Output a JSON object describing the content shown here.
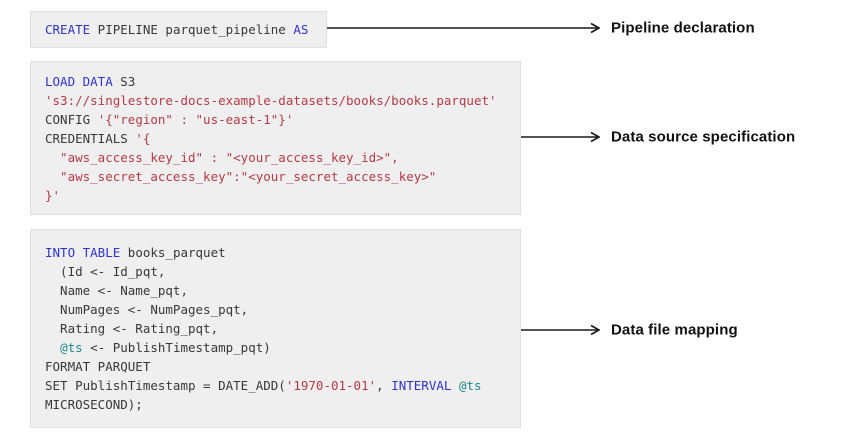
{
  "colors": {
    "block_bg": "#efefef",
    "block_border": "#e0e0e0",
    "code_default": "#383838",
    "keyword": "#3032cc",
    "string": "#b63a46",
    "variable": "#1f8a8d",
    "arrow": "#1a1a1a",
    "label_text": "#111111",
    "page_bg": "#ffffff"
  },
  "code_blocks": [
    {
      "name": "pipeline-declaration-code",
      "lines": [
        [
          {
            "t": "CREATE",
            "c": "keyword"
          },
          {
            "t": " PIPELINE parquet_pipeline ",
            "c": "plain"
          },
          {
            "t": "AS",
            "c": "keyword"
          }
        ]
      ]
    },
    {
      "name": "data-source-specification-code",
      "lines": [
        [
          {
            "t": "LOAD DATA",
            "c": "keyword"
          },
          {
            "t": " S3",
            "c": "plain"
          }
        ],
        [
          {
            "t": "'s3://singlestore-docs-example-datasets/books/books.parquet'",
            "c": "string"
          }
        ],
        [
          {
            "t": "CONFIG ",
            "c": "plain"
          },
          {
            "t": "'{\"region\" : \"us-east-1\"}'",
            "c": "string"
          }
        ],
        [
          {
            "t": "CREDENTIALS ",
            "c": "plain"
          },
          {
            "t": "'{",
            "c": "string"
          }
        ],
        [
          {
            "t": "  \"aws_access_key_id\" : \"<your_access_key_id>\",",
            "c": "string"
          }
        ],
        [
          {
            "t": "  \"aws_secret_access_key\":\"<your_secret_access_key>\"",
            "c": "string"
          }
        ],
        [
          {
            "t": "}'",
            "c": "string"
          }
        ]
      ]
    },
    {
      "name": "data-file-mapping-code",
      "lines": [
        [
          {
            "t": "INTO TABLE",
            "c": "keyword"
          },
          {
            "t": " books_parquet",
            "c": "plain"
          }
        ],
        [
          {
            "t": "  (Id <- Id_pqt,",
            "c": "plain"
          }
        ],
        [
          {
            "t": "  Name <- Name_pqt,",
            "c": "plain"
          }
        ],
        [
          {
            "t": "  NumPages <- NumPages_pqt,",
            "c": "plain"
          }
        ],
        [
          {
            "t": "  Rating <- Rating_pqt,",
            "c": "plain"
          }
        ],
        [
          {
            "t": "  ",
            "c": "plain"
          },
          {
            "t": "@ts",
            "c": "variable"
          },
          {
            "t": " <- PublishTimestamp_pqt)",
            "c": "plain"
          }
        ],
        [
          {
            "t": "FORMAT PARQUET",
            "c": "plain"
          }
        ],
        [
          {
            "t": "SET PublishTimestamp = DATE_ADD(",
            "c": "plain"
          },
          {
            "t": "'1970-01-01'",
            "c": "string"
          },
          {
            "t": ", ",
            "c": "plain"
          },
          {
            "t": "INTERVAL",
            "c": "keyword"
          },
          {
            "t": " ",
            "c": "plain"
          },
          {
            "t": "@ts",
            "c": "variable"
          }
        ],
        [
          {
            "t": "MICROSECOND);",
            "c": "plain"
          }
        ]
      ]
    }
  ],
  "annotations": [
    {
      "label": "Pipeline declaration"
    },
    {
      "label": "Data source specification"
    },
    {
      "label": "Data file mapping"
    }
  ]
}
